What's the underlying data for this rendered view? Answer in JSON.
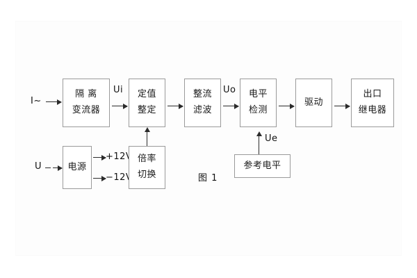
{
  "figure": {
    "caption": "图 1",
    "frame_color": "#fafafa",
    "box_border_color": "#9a9a9a",
    "line_color": "#2b2b2b"
  },
  "blocks": {
    "isolation_ct": {
      "line1": "隔  离",
      "line2": "变流器"
    },
    "setting": {
      "line1": "定值",
      "line2": "整定"
    },
    "rectifier": {
      "line1": "整流",
      "line2": "滤波"
    },
    "level_detect": {
      "line1": "电平",
      "line2": "检测"
    },
    "drive": {
      "line1": "驱动",
      "line2": ""
    },
    "output_relay": {
      "line1": "出口",
      "line2": "继电器"
    },
    "power_supply": {
      "line1": "电源",
      "line2": ""
    },
    "multiplier": {
      "line1": "倍率",
      "line2": "切换"
    },
    "reference": {
      "line1": "参考电平",
      "line2": ""
    }
  },
  "signals": {
    "current_input": "I~",
    "voltage_input": "U",
    "ui": "Ui",
    "uo": "Uo",
    "ue": "Ue",
    "supply_pos": "+12V",
    "supply_neg": "−12V"
  }
}
